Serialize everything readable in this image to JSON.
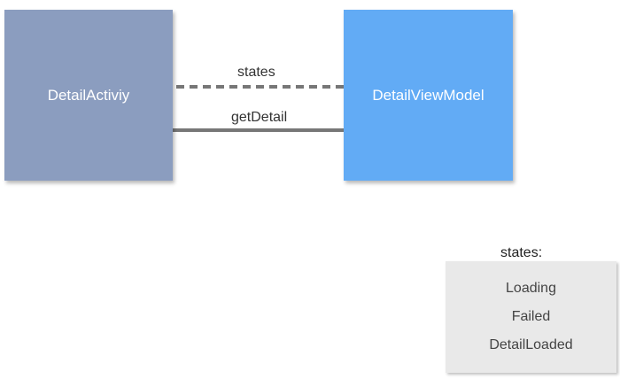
{
  "nodes": {
    "activity": {
      "label": "DetailActiviy",
      "color": "#8b9dbf"
    },
    "viewmodel": {
      "label": "DetailViewModel",
      "color": "#62abf5"
    }
  },
  "edges": {
    "states": {
      "label": "states",
      "style": "dashed",
      "direction": "viewmodel-to-activity"
    },
    "get_detail": {
      "label": "getDetail",
      "style": "solid",
      "direction": "activity-to-viewmodel"
    }
  },
  "legend": {
    "title": "states:",
    "items": [
      "Loading",
      "Failed",
      "DetailLoaded"
    ]
  },
  "colors": {
    "arrow": "#777777",
    "legend_bg": "#e9e9e9"
  }
}
